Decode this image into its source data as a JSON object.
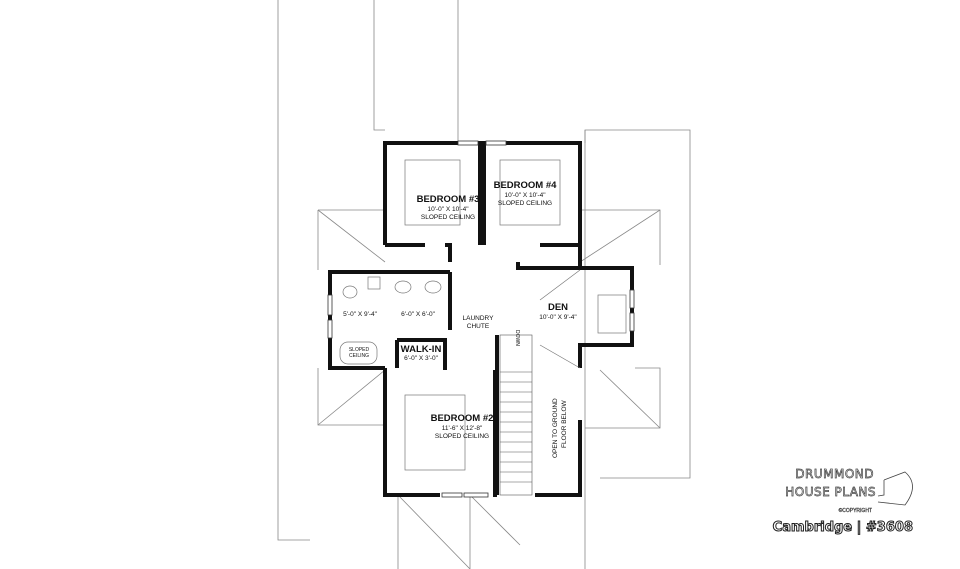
{
  "rooms": {
    "bedroom3": {
      "name": "BEDROOM #3",
      "size": "10'-0\" X 10'-4\"",
      "note": "SLOPED CEILING"
    },
    "bedroom4": {
      "name": "BEDROOM #4",
      "size": "10'-0\" X 10'-4\"",
      "note": "SLOPED CEILING"
    },
    "den": {
      "name": "DEN",
      "size": "10'-0\" X 9'-4\""
    },
    "bath": {
      "size": "5'-0\" X 9'-4\""
    },
    "vanity": {
      "size": "6'-0\" X 6'-0\""
    },
    "tub": {
      "note_line1": "SLOPED",
      "note_line2": "CEILING"
    },
    "laundry": {
      "line1": "LAUNDRY",
      "line2": "CHUTE"
    },
    "walkin": {
      "name": "WALK-IN",
      "size": "6'-0\" X 3'-0\""
    },
    "bedroom2": {
      "name": "BEDROOM #2",
      "size": "11'-6\" X 12'-8\"",
      "note": "SLOPED CEILING"
    },
    "stair": {
      "label": "DOWN"
    },
    "open": {
      "line1": "OPEN TO GROUND",
      "line2": "FLOOR BELOW"
    }
  },
  "branding": {
    "line1": "DRUMMOND",
    "line2": "HOUSE PLANS",
    "copyright": "©COPYRIGHT",
    "plan_title": "Cambridge | #3608"
  }
}
